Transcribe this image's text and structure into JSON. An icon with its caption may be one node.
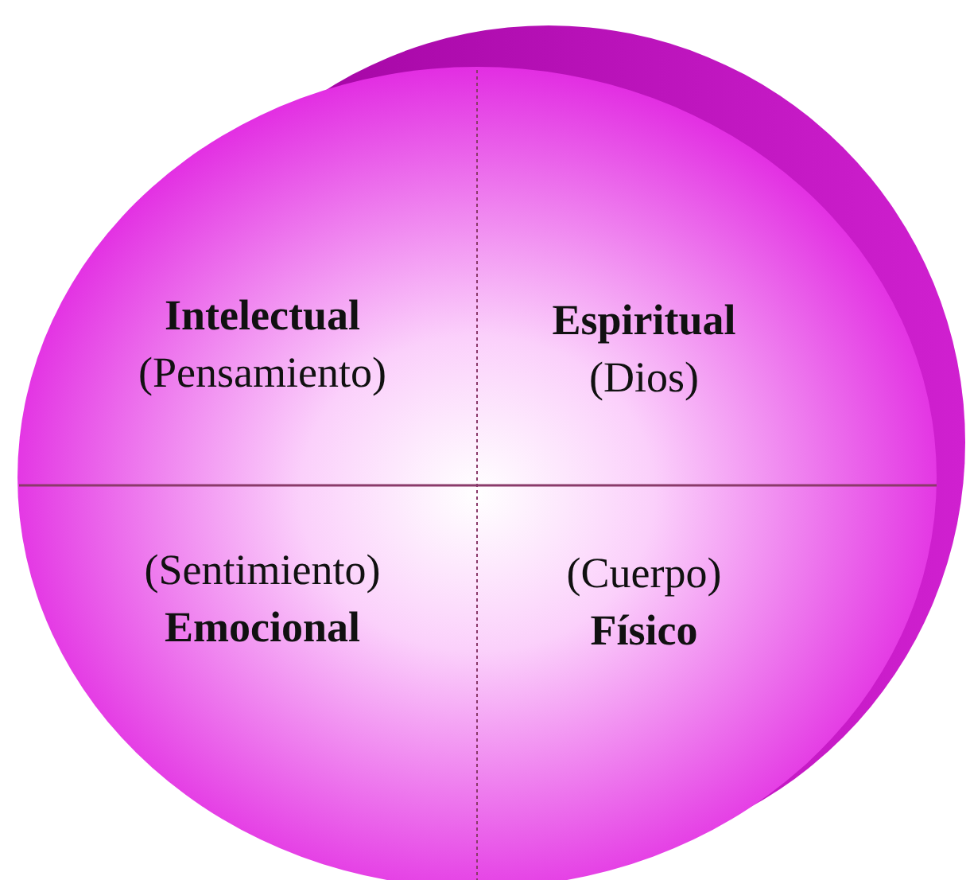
{
  "diagram": {
    "nodes": [
      {
        "text": [
          "Intelectual",
          "(Pensamiento)"
        ]
      },
      {
        "text": [
          "Espiritual",
          "(Dios)"
        ]
      },
      {
        "text": [
          "(Sentimiento)",
          "Emocional"
        ]
      },
      {
        "text": [
          "(Cuerpo)",
          "Físico"
        ]
      }
    ],
    "edges": []
  }
}
